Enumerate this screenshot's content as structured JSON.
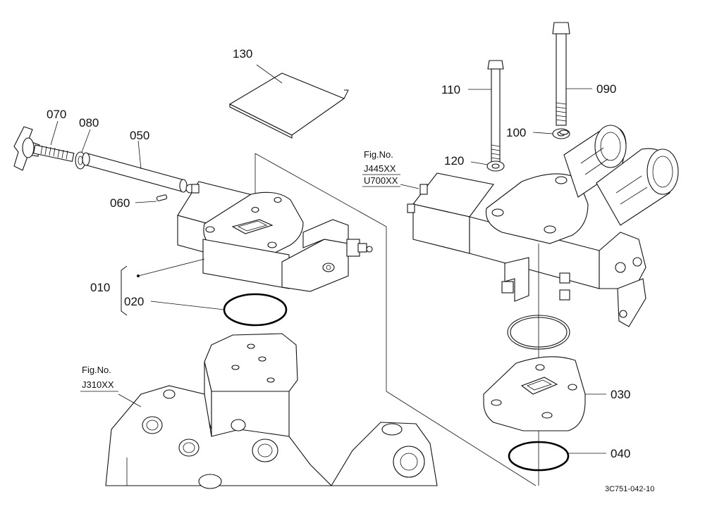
{
  "parts": {
    "p130": "130",
    "p110": "110",
    "p090": "090",
    "p070": "070",
    "p080": "080",
    "p050": "050",
    "p100": "100",
    "p120": "120",
    "p060": "060",
    "p010": "010",
    "p020": "020",
    "p030": "030",
    "p040": "040"
  },
  "figure_refs": {
    "right": {
      "label": "Fig.No.",
      "line1": "J445XX",
      "line2": "U700XX"
    },
    "left": {
      "label": "Fig.No.",
      "line1": "J310XX"
    }
  },
  "drawing_code": "3C751-042-10"
}
